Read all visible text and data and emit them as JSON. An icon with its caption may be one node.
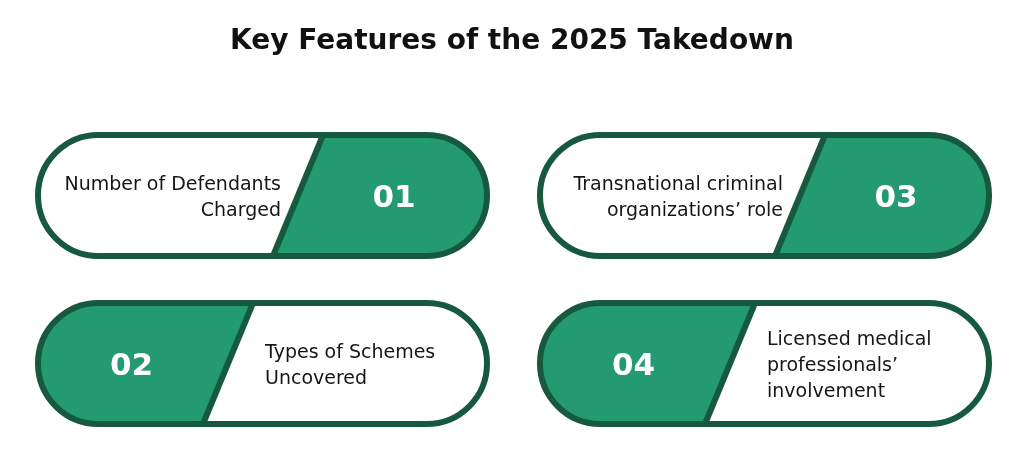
{
  "diagram": {
    "title": "Key Features of the 2025 Takedown",
    "nodes": [
      {
        "text": [
          "Number of Defendants Charged",
          "01"
        ]
      },
      {
        "text": [
          "Transnational criminal organizations’ role",
          "03"
        ]
      },
      {
        "text": [
          "02",
          "Types of Schemes Uncovered"
        ]
      },
      {
        "text": [
          "04",
          "Licensed medical professionals’ involvement"
        ]
      }
    ]
  }
}
